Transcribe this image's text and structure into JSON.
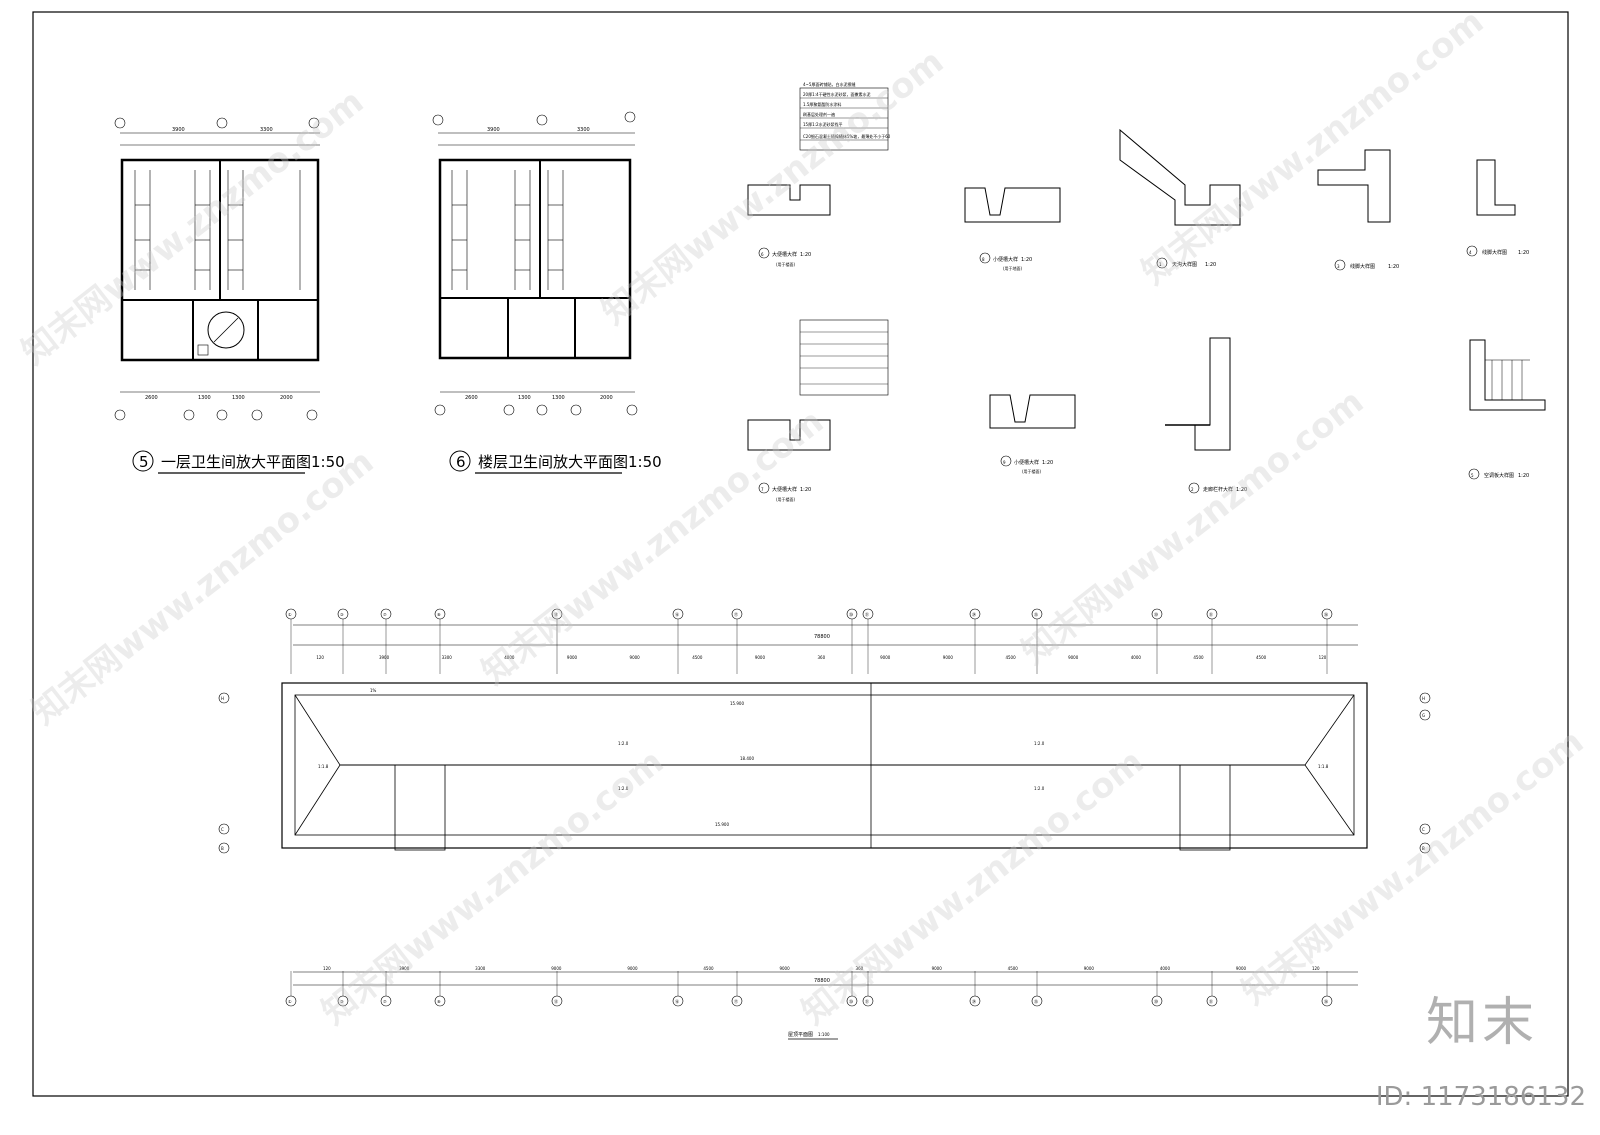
{
  "drawings": {
    "plan5": {
      "num": "5",
      "title": "一层卫生间放大平面图",
      "scale": "1:50",
      "dims_top": [
        "3900",
        "3300"
      ],
      "dims_bottom": [
        "2600",
        "1300",
        "1300",
        "2000"
      ],
      "axes": [
        "①",
        "②",
        "③",
        "④",
        "⑤"
      ]
    },
    "plan6": {
      "num": "6",
      "title": "楼层卫生间放大平面图",
      "scale": "1:50",
      "dims_top": [
        "3900",
        "3300"
      ],
      "dims_bottom": [
        "2600",
        "1300",
        "1300",
        "2000"
      ],
      "axes": [
        "①",
        "②",
        "③",
        "④",
        "⑤"
      ]
    },
    "d6": {
      "num": "6",
      "title": "大便槽大样",
      "scale": "1:20",
      "note": "(用于楼面)"
    },
    "d7": {
      "num": "7",
      "title": "大便槽大样",
      "scale": "1:20",
      "note": "(用于楼面)"
    },
    "d8": {
      "num": "8",
      "title": "小便槽大样",
      "scale": "1:20",
      "note": "(用于地面)"
    },
    "d9": {
      "num": "9",
      "title": "小便槽大样",
      "scale": "1:20",
      "note": "(用于楼面)"
    },
    "d1": {
      "num": "1",
      "title": "天沟大样图",
      "scale": "1:20"
    },
    "d3": {
      "num": "3",
      "title": "线脚大样图",
      "scale": "1:20"
    },
    "d4": {
      "num": "4",
      "title": "线脚大样图",
      "scale": "1:20"
    },
    "d2": {
      "num": "2",
      "title": "走廊栏杆大样",
      "scale": "1:20"
    },
    "d5": {
      "num": "5",
      "title": "空调板大样图",
      "scale": "1:20"
    },
    "roof": {
      "title": "屋顶平面图",
      "scale": "1:100",
      "total": "78800",
      "axes_top": [
        "①",
        "③",
        "⑦",
        "⑧",
        "⑬",
        "⑯",
        "⑰",
        "⑳",
        "㉑",
        "㉔",
        "㉕",
        "㉚",
        "㉛",
        "㊱"
      ],
      "dims_top": [
        "120",
        "3900",
        "3300",
        "4000",
        "9000",
        "9000",
        "4500",
        "9000",
        "360",
        "9000",
        "9000",
        "4500",
        "9000",
        "4000",
        "4500",
        "4500",
        "120"
      ],
      "dims_bottom": [
        "120",
        "3900",
        "3300",
        "9000",
        "9000",
        "4500",
        "9000",
        "360",
        "9000",
        "4500",
        "9000",
        "4000",
        "9000",
        "120"
      ],
      "side_axes": [
        "H",
        "C",
        "B"
      ],
      "side_axes_right": [
        "H",
        "G",
        "C",
        "B"
      ],
      "elev": [
        "15.900",
        "18.400",
        "15.900"
      ],
      "slope": [
        "1:2.0",
        "1:2.0",
        "1:2.0",
        "1:2.0",
        "1:1.8",
        "1:1.8"
      ],
      "gutter": "1%"
    },
    "layers": [
      "4~5厚面砖铺贴，白水泥擦缝",
      "20厚1:4干硬性水泥砂浆，面撒素水泥",
      "1.5厚聚氨酯防水涂料",
      "刷基层处理剂一遍",
      "15厚1:2水泥砂浆找平",
      "C20细石混凝土随捣随抹5%坡，最薄处不小于60"
    ]
  },
  "watermark": "知末网www.znzmo.com",
  "brand": "知末",
  "id_label": "ID: 1173186132"
}
